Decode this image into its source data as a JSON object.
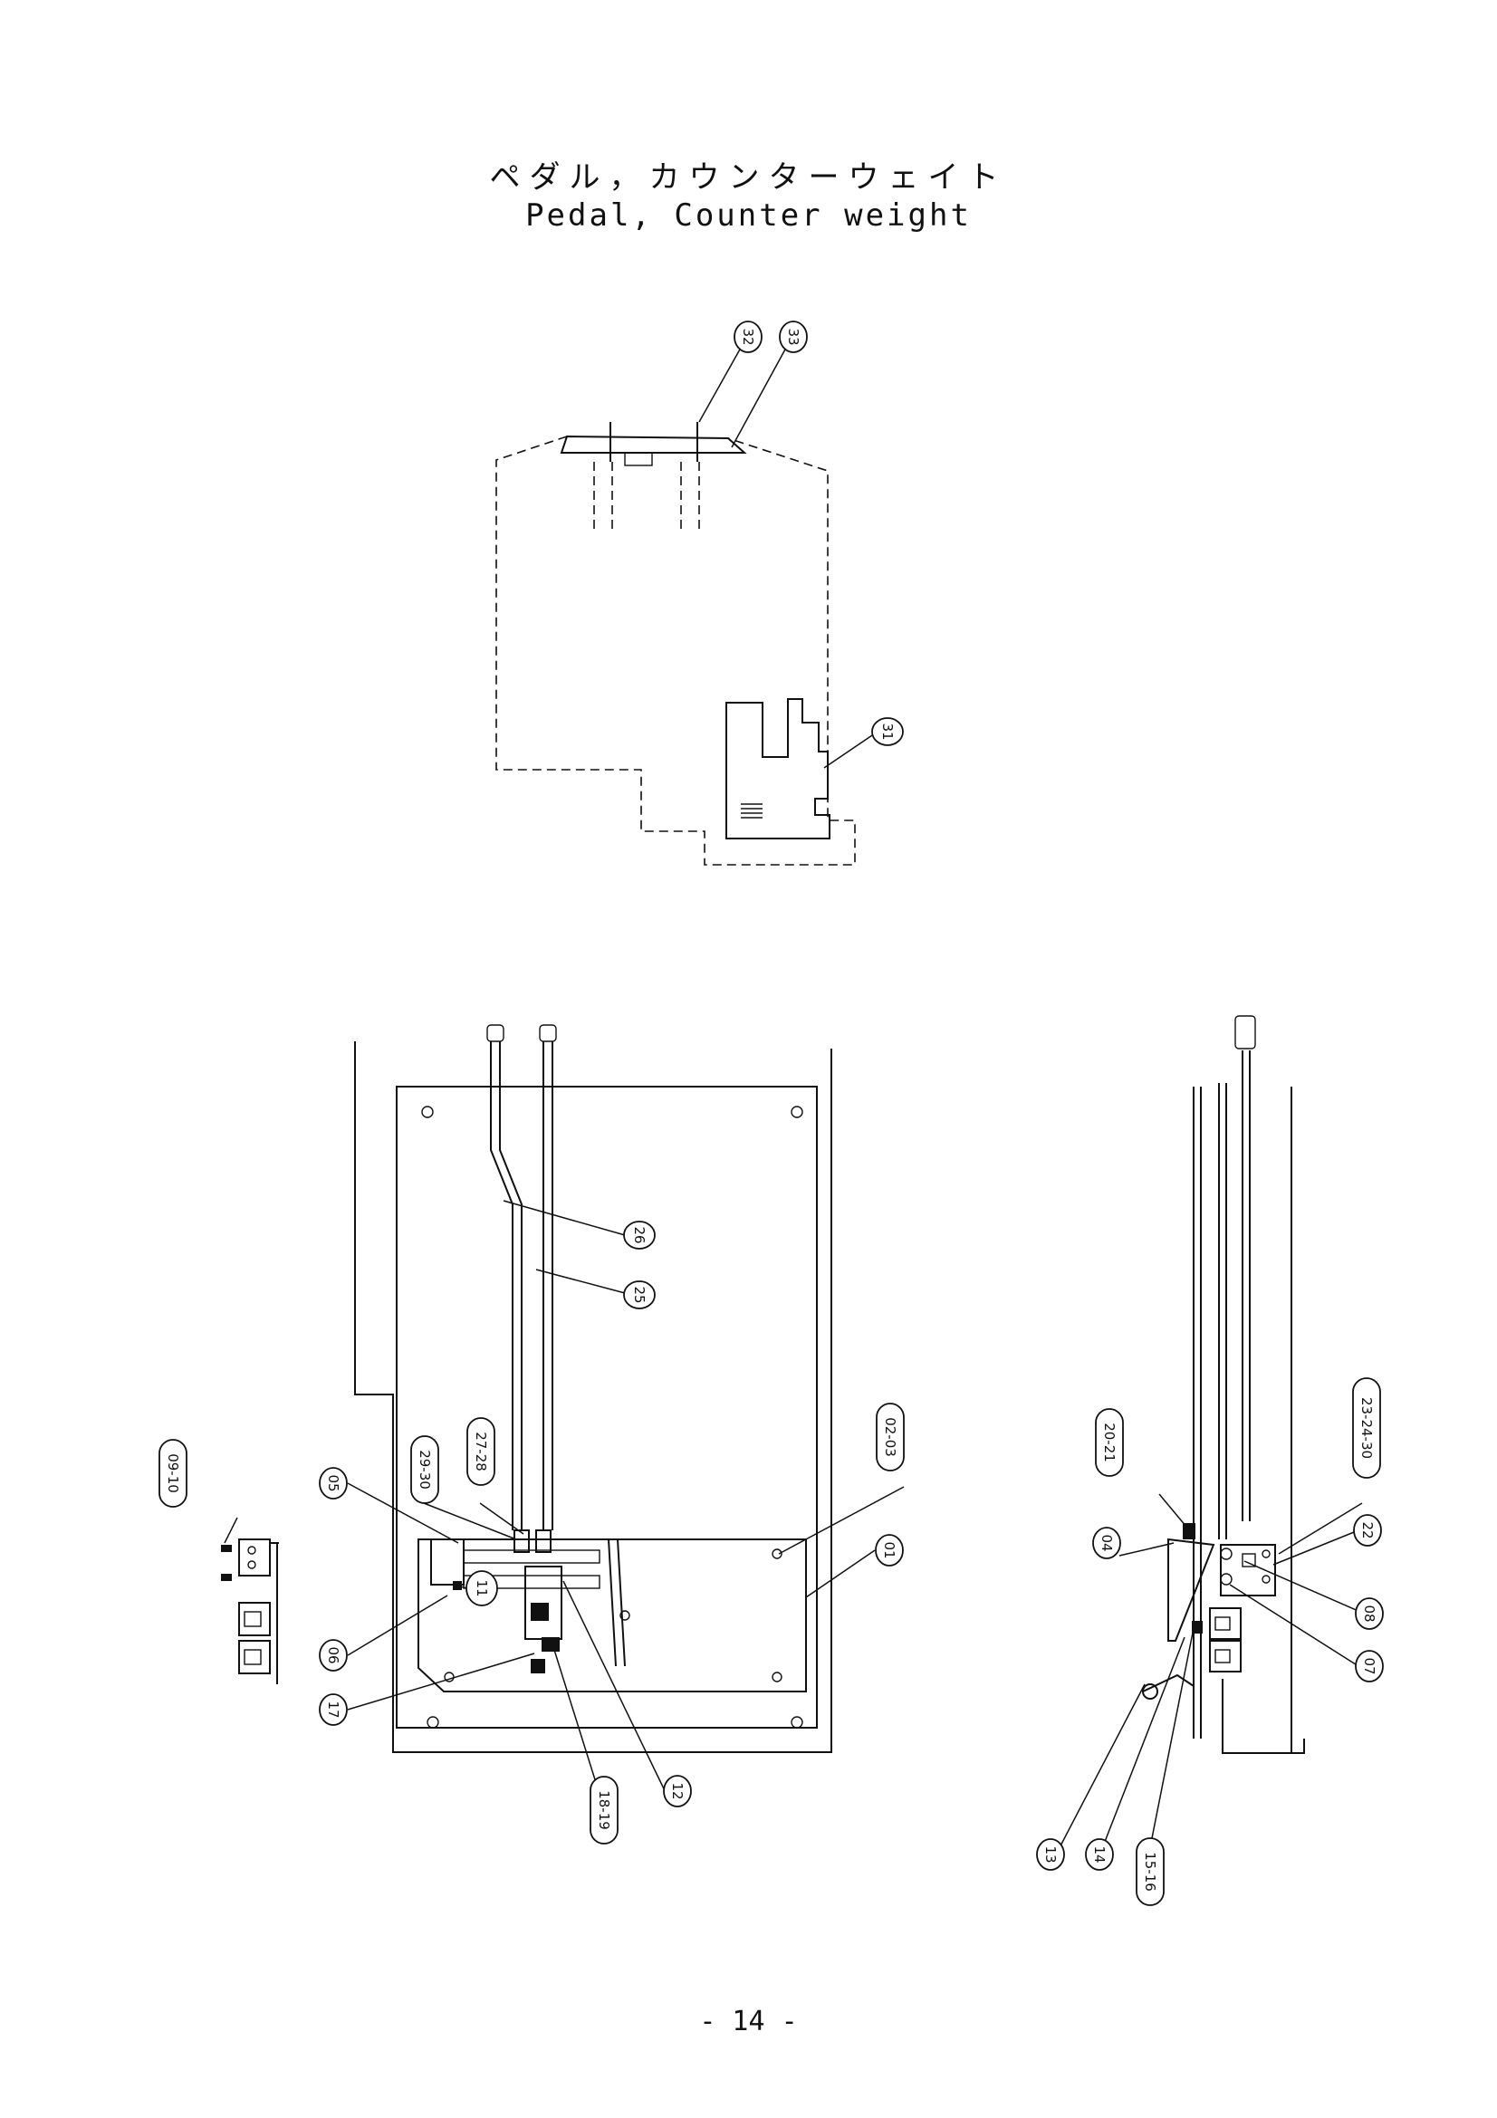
{
  "title": {
    "japanese": "ペダル，カウンターウェイト",
    "english": "Pedal, Counter weight"
  },
  "page_number": "- 14 -",
  "callouts": {
    "top_view": [
      "32",
      "33",
      "31"
    ],
    "pedal_view": [
      "26",
      "25",
      "05",
      "29-30",
      "27-28",
      "11",
      "06",
      "17",
      "18-19",
      "12",
      "01",
      "02-03"
    ],
    "bracket_view": [
      "09-10"
    ],
    "side_view": [
      "20-21",
      "04",
      "23-24-30",
      "22",
      "08",
      "07",
      "13",
      "14",
      "15-16"
    ]
  }
}
